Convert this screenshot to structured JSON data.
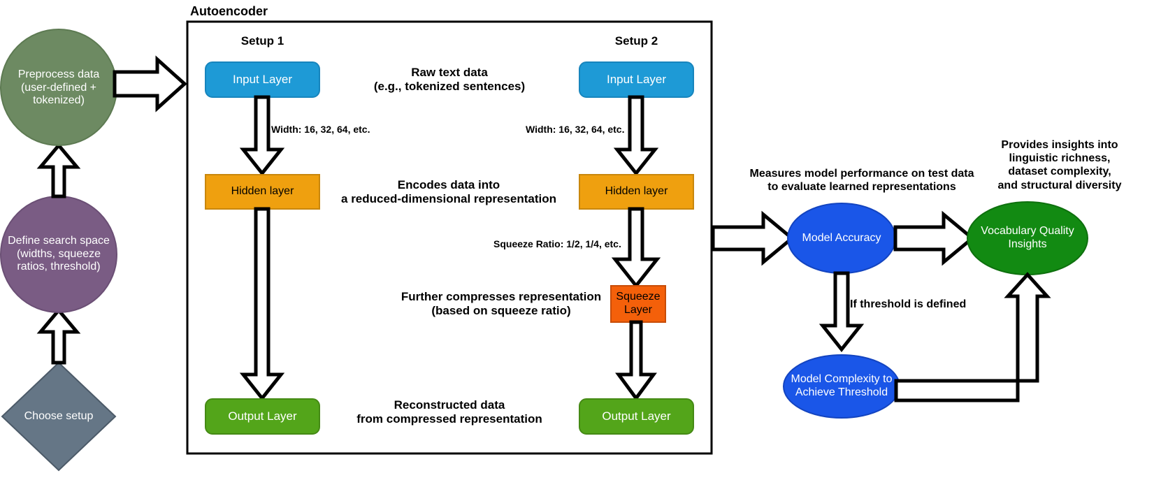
{
  "diagram": {
    "title_visible": false
  },
  "left_flow": {
    "nodes": [
      {
        "id": "choose-setup",
        "label": "Choose setup",
        "shape": "diamond",
        "color": "#657686",
        "text_color": "#ffffff"
      },
      {
        "id": "define-search-space",
        "label": "Define search space\n(widths, squeeze\nratios, threshold)",
        "shape": "circle",
        "color": "#7A5C84",
        "text_color": "#ffffff"
      },
      {
        "id": "preprocess-data",
        "label": "Preprocess data\n(user-defined +\ntokenized)",
        "shape": "circle",
        "color": "#6D8A62",
        "text_color": "#ffffff"
      }
    ]
  },
  "autoencoder": {
    "title": "Autoencoder",
    "setups": [
      {
        "id": "setup-1",
        "title": "Setup 1",
        "layers": [
          {
            "id": "input-layer",
            "label": "Input Layer",
            "color": "#1E9AD6",
            "text_color": "#ffffff",
            "rounded": true
          },
          {
            "id": "hidden-layer",
            "label": "Hidden layer",
            "color": "#EFA00F",
            "text_color": "#000000",
            "rounded": false
          },
          {
            "id": "output-layer",
            "label": "Output Layer",
            "color": "#53A51A",
            "text_color": "#ffffff",
            "rounded": true
          }
        ],
        "edge_labels": [
          {
            "id": "width-label-1",
            "text": "Width: 16, 32, 64, etc."
          }
        ]
      },
      {
        "id": "setup-2",
        "title": "Setup 2",
        "layers": [
          {
            "id": "input-layer",
            "label": "Input Layer",
            "color": "#1E9AD6",
            "text_color": "#ffffff",
            "rounded": true
          },
          {
            "id": "hidden-layer",
            "label": "Hidden layer",
            "color": "#EFA00F",
            "text_color": "#000000",
            "rounded": false
          },
          {
            "id": "squeeze-layer",
            "label": "Squeeze\nLayer",
            "color": "#F4600A",
            "text_color": "#000000",
            "rounded": false
          },
          {
            "id": "output-layer",
            "label": "Output Layer",
            "color": "#53A51A",
            "text_color": "#ffffff",
            "rounded": true
          }
        ],
        "edge_labels": [
          {
            "id": "width-label-2",
            "text": "Width: 16, 32, 64, etc."
          },
          {
            "id": "squeeze-ratio-label",
            "text": "Squeeze Ratio: 1/2, 1/4, etc."
          }
        ]
      }
    ],
    "annotations": [
      {
        "id": "raw-text-data",
        "text": "Raw text data\n(e.g., tokenized sentences)"
      },
      {
        "id": "encodes-data",
        "text": "Encodes data into\na reduced-dimensional representation"
      },
      {
        "id": "further-compresses",
        "text": "Further compresses representation\n(based on squeeze ratio)"
      },
      {
        "id": "reconstructed-data",
        "text": "Reconstructed data\nfrom compressed representation"
      }
    ]
  },
  "right_flow": {
    "nodes": [
      {
        "id": "model-accuracy",
        "label": "Model Accuracy",
        "shape": "ellipse",
        "color": "#1A56E8",
        "text_color": "#ffffff"
      },
      {
        "id": "model-complexity",
        "label": "Model Complexity to\nAchieve Threshold",
        "shape": "ellipse",
        "color": "#1A56E8",
        "text_color": "#ffffff"
      },
      {
        "id": "vocabulary-quality-insights",
        "label": "Vocabulary Quality\nInsights",
        "shape": "ellipse",
        "color": "#128A12",
        "text_color": "#ffffff"
      }
    ],
    "annotations": [
      {
        "id": "measures-performance",
        "text": "Measures model performance on test data\nto evaluate learned representations"
      },
      {
        "id": "provides-insights",
        "text": "Provides insights into\nlinguistic richness,\ndataset complexity,\nand structural diversity"
      },
      {
        "id": "if-threshold-defined",
        "text": "If threshold is defined"
      }
    ]
  },
  "palette": {
    "input_blue": "#1E9AD6",
    "hidden_orange": "#EFA00F",
    "squeeze_orange": "#F4600A",
    "output_green": "#53A51A",
    "node_blue": "#1A56E8",
    "node_green": "#128A12",
    "circle_green": "#6D8A62",
    "circle_purple": "#7A5C84",
    "diamond_slate": "#657686",
    "outline_black": "#000000",
    "background": "#ffffff"
  }
}
